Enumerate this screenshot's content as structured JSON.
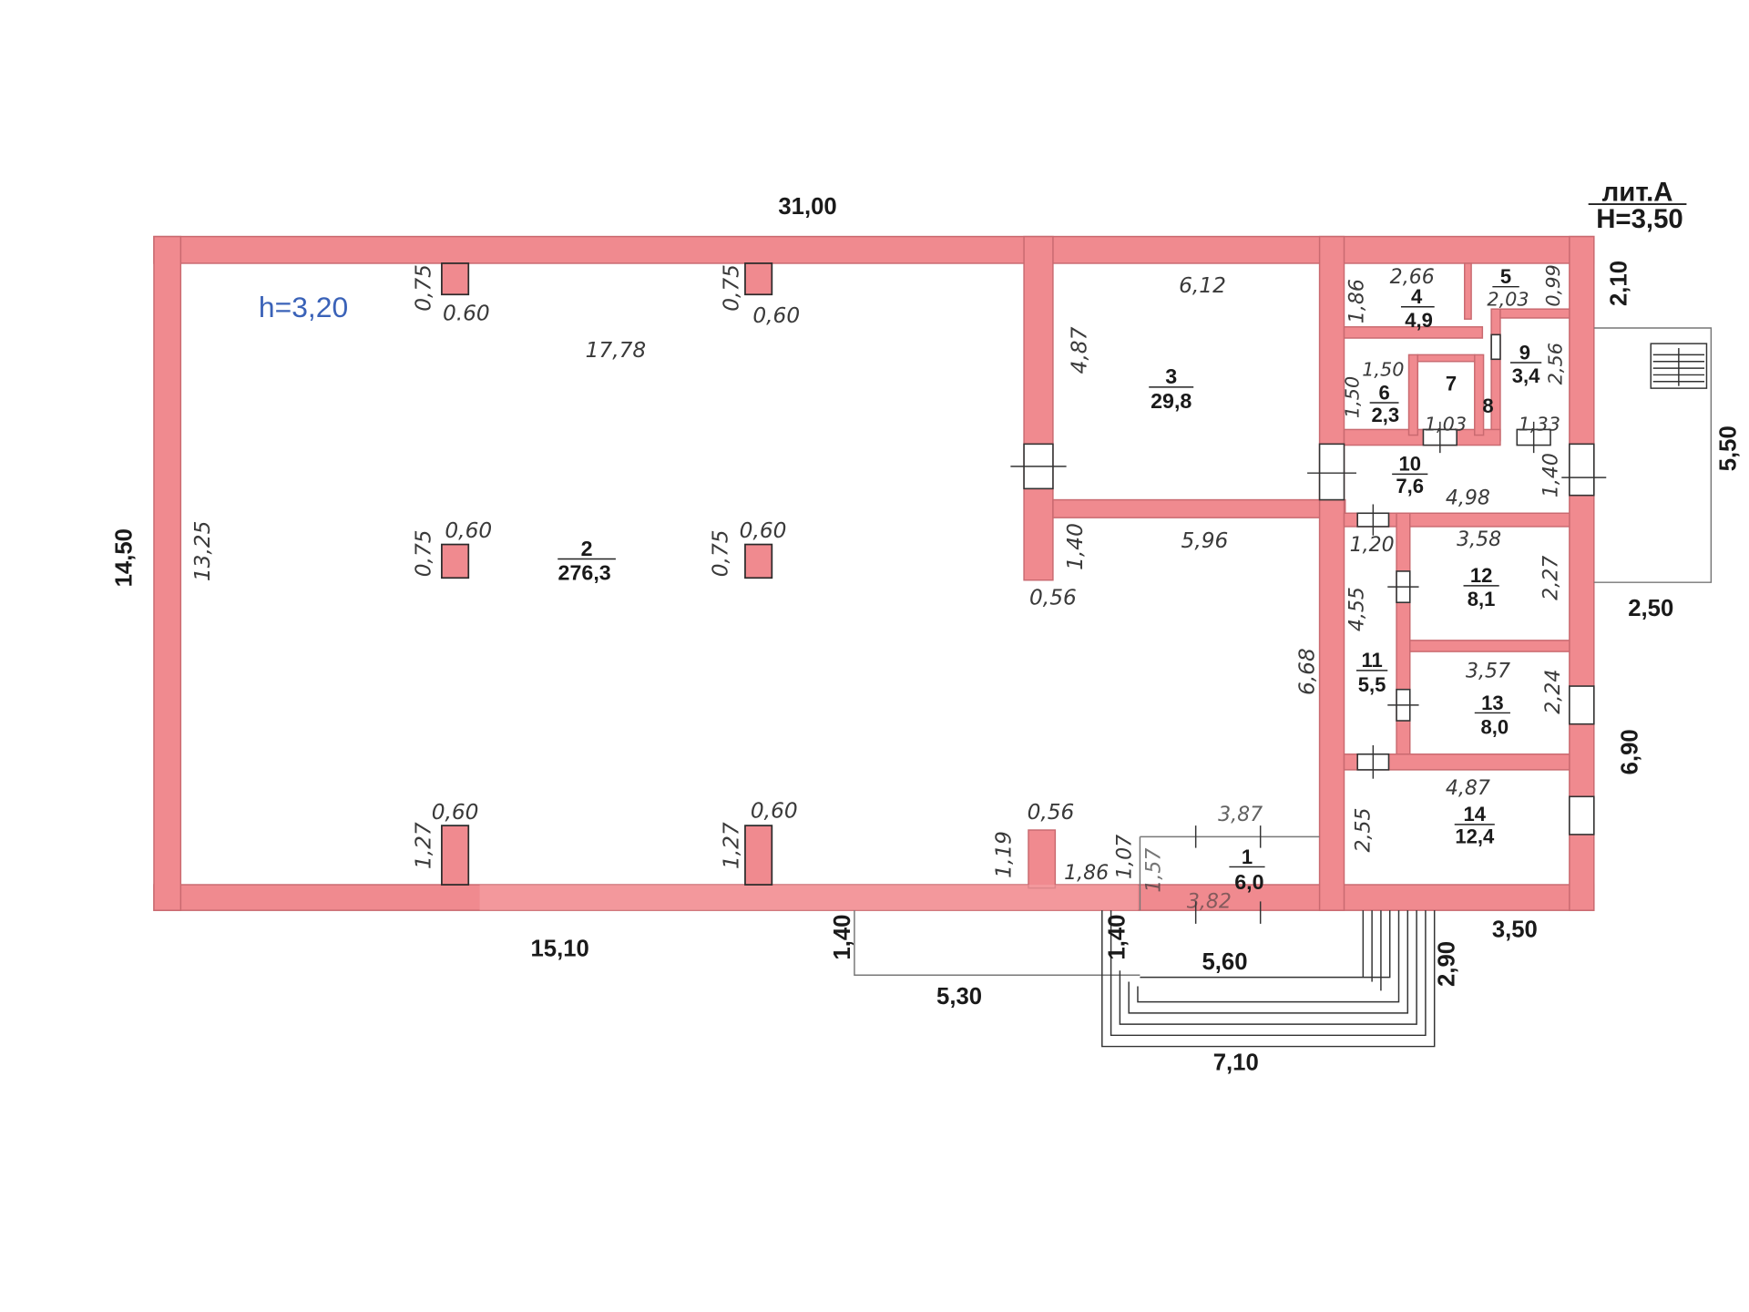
{
  "header": {
    "liter": "лит.А",
    "height": "Н=3,50"
  },
  "main_hall": {
    "ceiling": "h=3,20"
  },
  "outer_dims": {
    "top": "31,00",
    "left": "14,50",
    "bottom_left": "15,10",
    "right_top": "2,10",
    "right_stairs": "5,50",
    "right_mid": "2,50",
    "right_low": "6,90",
    "right_bottom": "3,50",
    "porch_1": "1,40",
    "porch_2": "1,40",
    "porch_width": "5,60",
    "porch_offset": "5,30",
    "porch_depth": "2,90",
    "porch_stairs": "7,10"
  },
  "inner_dims": {
    "hall_width": "17,78",
    "hall_height": "13,25",
    "col_tl_v": "0,75",
    "col_tl_h": "0.60",
    "col_tm_v": "0,75",
    "col_tm_h": "0,60",
    "col_ml_v": "0,75",
    "col_ml_h": "0,60",
    "col_mm_v": "0,75",
    "col_mm_h": "0,60",
    "col_bl_v": "1,27",
    "col_bl_h": "0,60",
    "col_bm_v": "1,27",
    "col_bm_h": "0,60",
    "col_br_v": "1,19",
    "col_br_h": "0,56",
    "r3_w": "6,12",
    "r3_h": "4,87",
    "stub_h": "1,40",
    "stub_w": "0,56",
    "corr_w": "5,96",
    "corr_h": "6,68",
    "r4_w": "2,66",
    "r4_h": "1,86",
    "r5_w": "2,03",
    "r5_h": "0,99",
    "r6_w": "1,50",
    "r6_h": "1,50",
    "r7_w": "1,03",
    "r9_h": "2,56",
    "r9_w": "1,33",
    "r10_w": "4,98",
    "r10_h": "1,40",
    "r11_w": "1,20",
    "r11_h": "4,55",
    "r12_w": "3,58",
    "r12_h": "2,27",
    "r13_w": "3,57",
    "r13_h": "2,24",
    "r14_w": "4,87",
    "r14_h": "2,55",
    "r1_w_top": "3,87",
    "r1_w_bot": "3,82",
    "r1_h1": "1,07",
    "r1_h2": "1,57",
    "entry_w": "1,86"
  },
  "rooms": [
    {
      "num": "1",
      "area": "6,0"
    },
    {
      "num": "2",
      "area": "276,3"
    },
    {
      "num": "3",
      "area": "29,8"
    },
    {
      "num": "4",
      "area": "4,9"
    },
    {
      "num": "5",
      "area": ""
    },
    {
      "num": "6",
      "area": "2,3"
    },
    {
      "num": "7",
      "area": ""
    },
    {
      "num": "8",
      "area": ""
    },
    {
      "num": "9",
      "area": "3,4"
    },
    {
      "num": "10",
      "area": "7,6"
    },
    {
      "num": "11",
      "area": "5,5"
    },
    {
      "num": "12",
      "area": "8,1"
    },
    {
      "num": "13",
      "area": "8,0"
    },
    {
      "num": "14",
      "area": "12,4"
    }
  ]
}
